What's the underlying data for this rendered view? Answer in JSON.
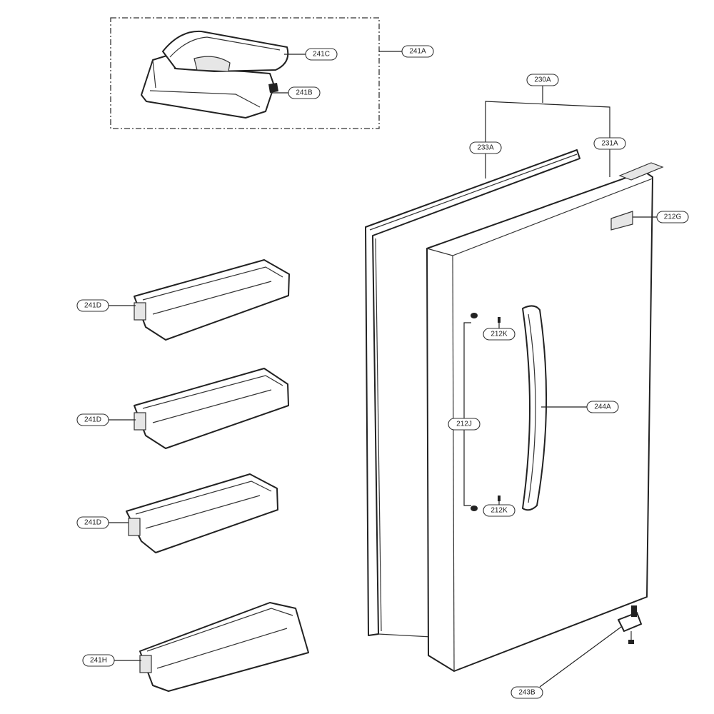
{
  "callouts": {
    "c241A": "241A",
    "c241B": "241B",
    "c241C": "241C",
    "c241D_1": "241D",
    "c241D_2": "241D",
    "c241D_3": "241D",
    "c241H": "241H",
    "c230A": "230A",
    "c231A": "231A",
    "c233A": "233A",
    "c212G": "212G",
    "c212K_1": "212K",
    "c212J": "212J",
    "c244A": "244A",
    "c212K_2": "212K",
    "c243B": "243B"
  }
}
